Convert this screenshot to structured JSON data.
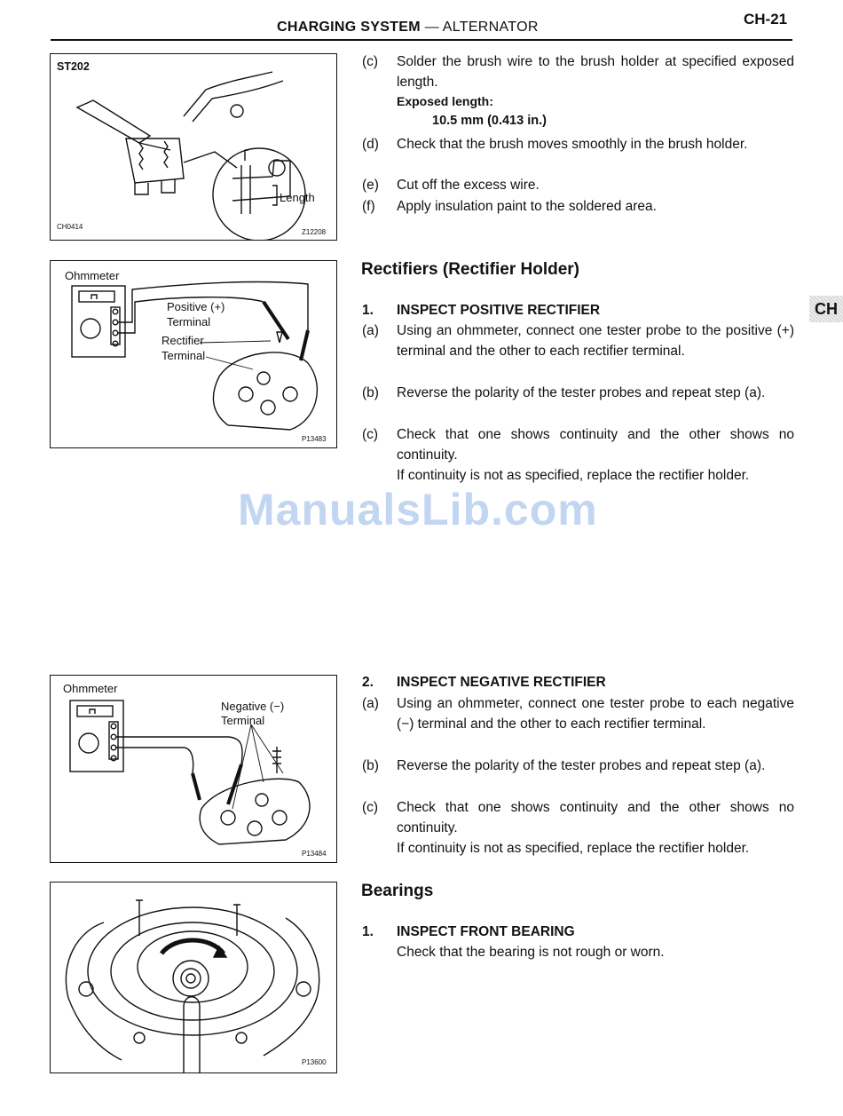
{
  "header": {
    "title_bold": "CHARGING SYSTEM",
    "title_dash": " — ",
    "title_rest": "ALTERNATOR",
    "page": "CH-21"
  },
  "tab": "CH",
  "watermark": "ManualsLib.com",
  "figures": {
    "fig1": {
      "tag": "ST202",
      "length_label": "Length",
      "code_left": "CH0414",
      "code_right": "Z12208"
    },
    "fig2": {
      "meter_label": "Ohmmeter",
      "pos_label_1": "Positive (+)",
      "pos_label_2": "Terminal",
      "rect_label_1": "Rectifier",
      "rect_label_2": "Terminal",
      "code": "P13483"
    },
    "fig3": {
      "meter_label": "Ohmmeter",
      "neg_label_1": "Negative (−)",
      "neg_label_2": "Terminal",
      "code": "P13484"
    },
    "fig4": {
      "code": "P13600"
    }
  },
  "brush": {
    "c_lbl": "(c)",
    "c_txt": "Solder the brush wire to the brush holder at specified exposed length.",
    "exposed_label": "Exposed length:",
    "exposed_value": "10.5 mm (0.413 in.)",
    "d_lbl": "(d)",
    "d_txt": "Check that the brush moves smoothly in the brush holder.",
    "e_lbl": "(e)",
    "e_txt": "Cut off the excess wire.",
    "f_lbl": "(f)",
    "f_txt": "Apply insulation paint to the soldered area."
  },
  "rectifiers": {
    "title": "Rectifiers (Rectifier Holder)",
    "s1_num": "1.",
    "s1_title": "INSPECT POSITIVE RECTIFIER",
    "a_lbl": "(a)",
    "a_txt": "Using an ohmmeter, connect one tester probe to the positive (+) terminal and the other to each rectifier terminal.",
    "b_lbl": "(b)",
    "b_txt": "Reverse the polarity of the tester probes and repeat step (a).",
    "c_lbl": "(c)",
    "c_txt": "Check that one shows continuity and the other shows no continuity.",
    "c_note": "If continuity is not as specified, replace the rectifier holder.",
    "s2_num": "2.",
    "s2_title": "INSPECT NEGATIVE RECTIFIER",
    "a2_lbl": "(a)",
    "a2_txt": "Using an ohmmeter, connect one tester probe to each negative (−) terminal and the other to each rectifier terminal.",
    "b2_lbl": "(b)",
    "b2_txt": "Reverse the polarity of the tester probes and repeat step (a).",
    "c2_lbl": "(c)",
    "c2_txt": "Check that one shows continuity and the other shows no continuity.",
    "c2_note": "If continuity is not as specified, replace the rectifier holder."
  },
  "bearings": {
    "title": "Bearings",
    "s1_num": "1.",
    "s1_title": "INSPECT FRONT BEARING",
    "s1_txt": "Check that the bearing is not rough or worn."
  }
}
